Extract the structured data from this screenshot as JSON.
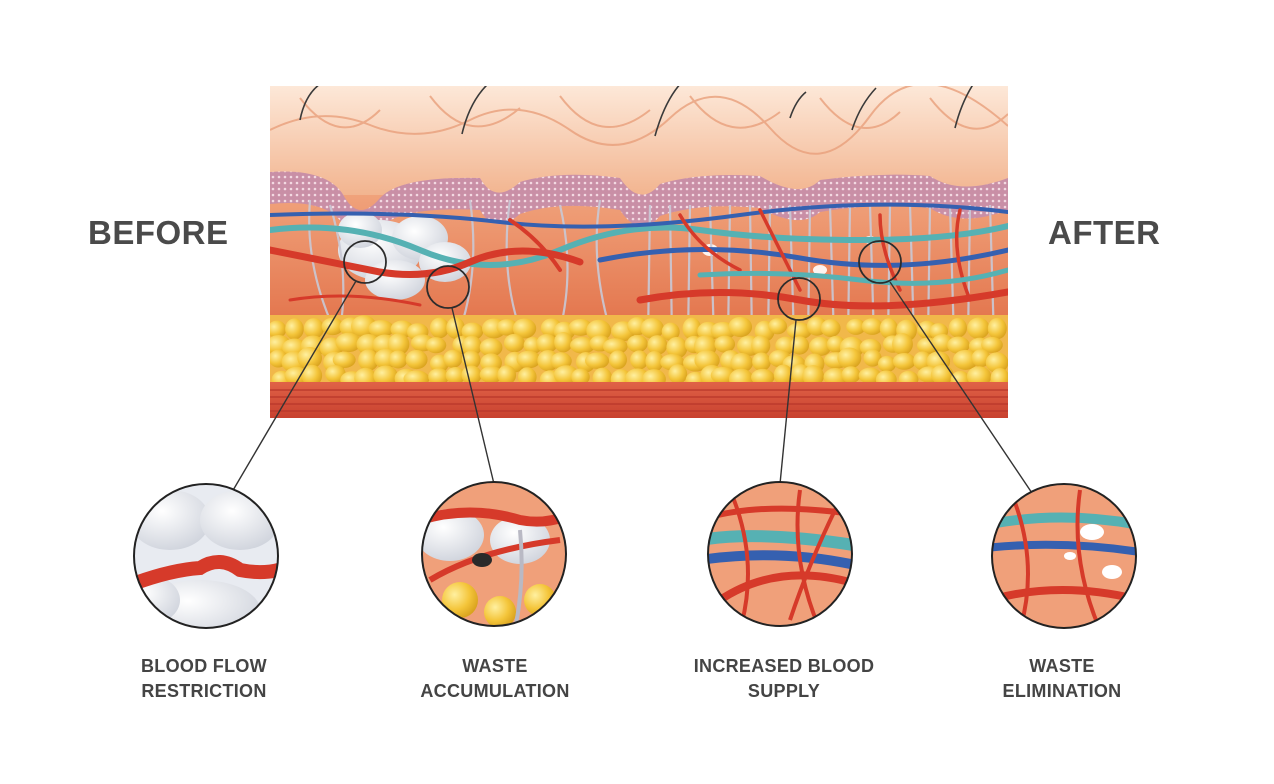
{
  "labels": {
    "before": "BEFORE",
    "after": "AFTER"
  },
  "callouts": [
    {
      "line1": "BLOOD FLOW",
      "line2": "RESTRICTION"
    },
    {
      "line1": "WASTE",
      "line2": "ACCUMULATION"
    },
    {
      "line1": "INCREASED BLOOD",
      "line2": "SUPPLY"
    },
    {
      "line1": "WASTE",
      "line2": "ELIMINATION"
    }
  ],
  "colors": {
    "epidermis": "#f6c9a9",
    "dermis": "#e58a63",
    "fat": "#f2c23a",
    "muscle": "#d9553d",
    "vessel_red": "#d63a2a",
    "vessel_blue": "#3560b0",
    "vessel_teal": "#56b1b3",
    "waste": "#f1f1f4",
    "text": "#444444"
  }
}
